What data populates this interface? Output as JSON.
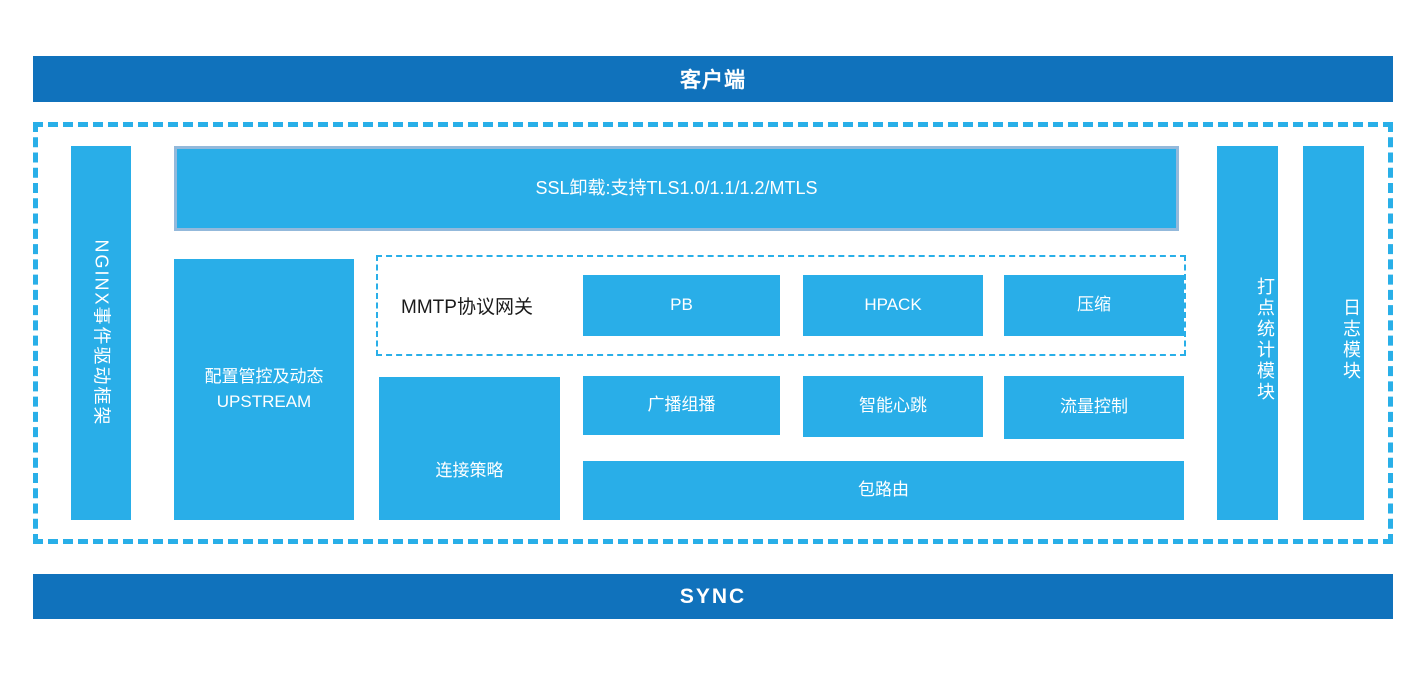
{
  "diagram": {
    "title_bar": {
      "label": "客户端"
    },
    "footer_bar": {
      "label": "SYNC"
    },
    "colors": {
      "banner": "#1072BC",
      "module": "#29AEE8",
      "dashed_border": "#29AFE8",
      "module_outline": "#93B9DB",
      "plain_text": "#1a1a1a",
      "module_text": "#ffffff"
    },
    "left_column": {
      "framework": {
        "label": "NGINX事件驱动框架",
        "orientation": "rotated-90"
      }
    },
    "right_columns": [
      {
        "label": "打点统计模块",
        "orientation": "vertical-upright"
      },
      {
        "label": "日志模块",
        "orientation": "vertical-upright"
      }
    ],
    "main": {
      "ssl_bar": {
        "label": "SSL卸载:支持TLS1.0/1.1/1.2/MTLS"
      },
      "config_box": {
        "label": "配置管控及动态UPSTREAM"
      },
      "mmtp_group": {
        "label": "MMTP协议网关",
        "items": [
          {
            "label": "PB"
          },
          {
            "label": "HPACK"
          },
          {
            "label": "压缩"
          }
        ]
      },
      "connection_policy": {
        "label": "连接策略"
      },
      "feature_row": [
        {
          "label": "广播组播"
        },
        {
          "label": "智能心跳"
        },
        {
          "label": "流量控制"
        }
      ],
      "packet_route": {
        "label": "包路由"
      }
    }
  }
}
